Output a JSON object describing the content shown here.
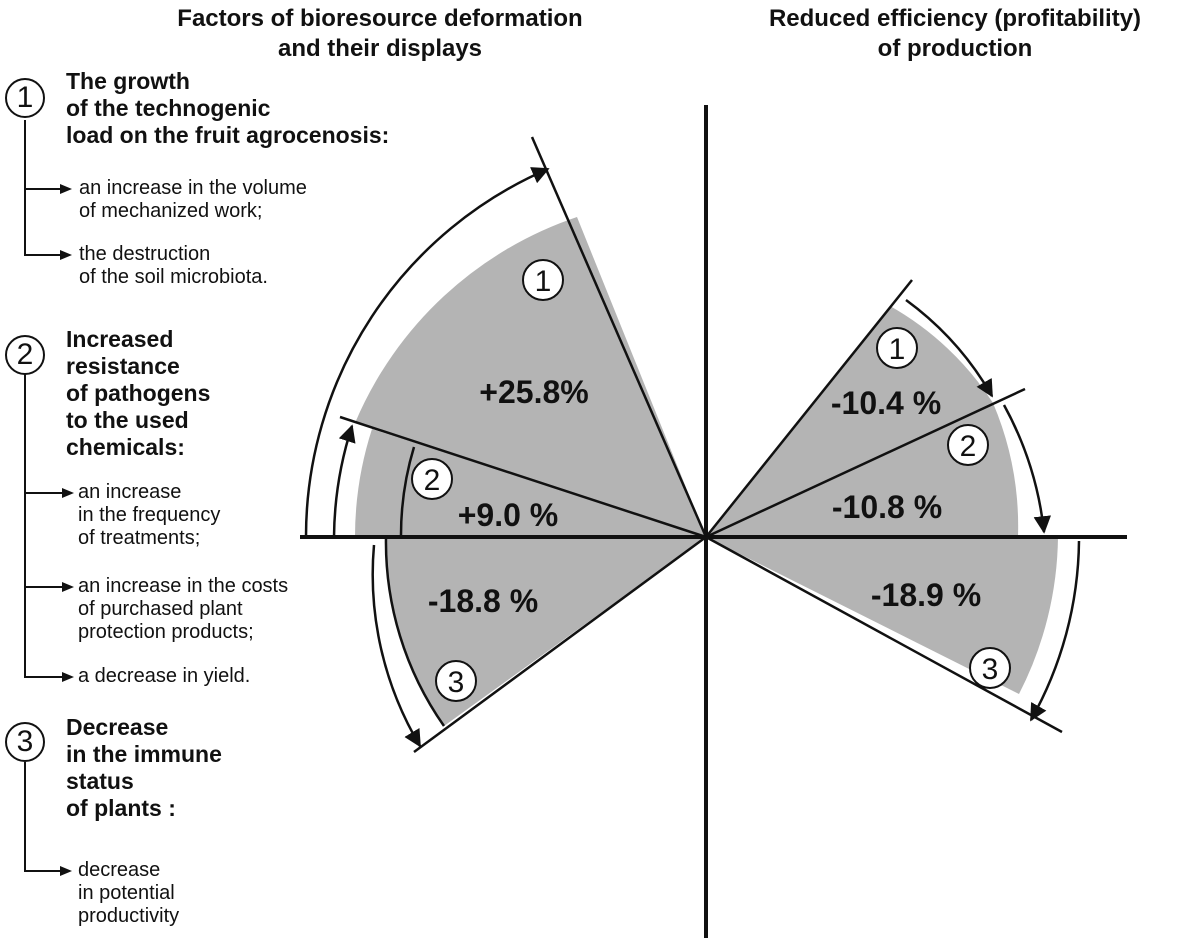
{
  "headings": {
    "left_line1": "Factors of bioresource deformation",
    "left_line2": "and their displays",
    "right_line1": "Reduced efficiency (profitability)",
    "right_line2": "of production"
  },
  "factors": [
    {
      "number": "1",
      "title_lines": [
        "The growth",
        "of the technogenic",
        "load on the fruit agrocenosis:"
      ],
      "displays": [
        [
          "an increase in the volume",
          "of mechanized work;"
        ],
        [
          "the destruction",
          "of the soil microbiota."
        ]
      ]
    },
    {
      "number": "2",
      "title_lines": [
        "Increased",
        "resistance",
        "of pathogens",
        "to the used",
        "chemicals:"
      ],
      "displays": [
        [
          "an increase",
          "in the frequency",
          "of treatments;"
        ],
        [
          "an increase in the costs",
          "of purchased plant",
          "protection products;"
        ],
        [
          "a decrease in yield."
        ]
      ]
    },
    {
      "number": "3",
      "title_lines": [
        "Decrease",
        "in the immune",
        "status",
        "of plants :"
      ],
      "displays": [
        [
          "decrease",
          "in potential",
          "productivity"
        ]
      ]
    }
  ],
  "diagram": {
    "left_sectors": [
      {
        "number": "1",
        "value_label": "+25.8%"
      },
      {
        "number": "2",
        "value_label": "+9.0 %"
      },
      {
        "number": "3",
        "value_label": "-18.8 %"
      }
    ],
    "right_sectors": [
      {
        "number": "1",
        "value_label": "-10.4 %"
      },
      {
        "number": "2",
        "value_label": "-10.8 %"
      },
      {
        "number": "3",
        "value_label": "-18.9 %"
      }
    ],
    "colors": {
      "sector_fill": "#b4b4b4",
      "line": "#111111",
      "background": "#ffffff"
    }
  }
}
